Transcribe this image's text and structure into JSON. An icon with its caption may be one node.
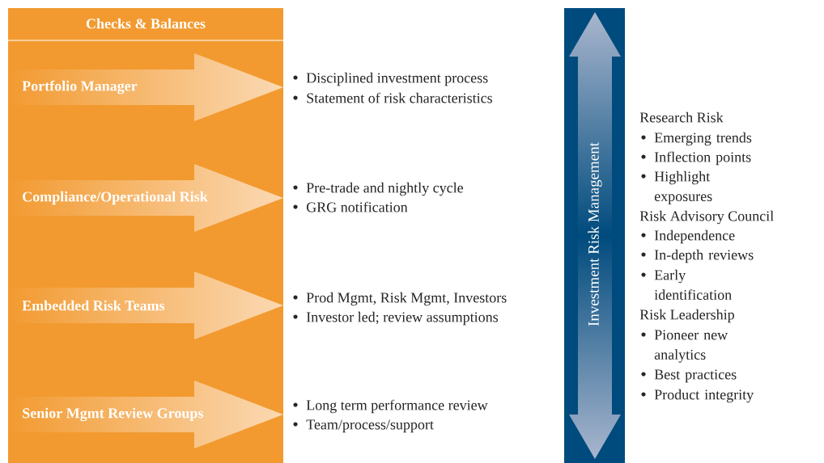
{
  "diagram": {
    "nodes": [
      {
        "text": [
          "Checks & Balances"
        ]
      },
      {
        "text": [
          "Portfolio Manager"
        ],
        "in": 0
      },
      {
        "text": [
          "Compliance/Operational Risk"
        ],
        "in": 0
      },
      {
        "text": [
          "Embedded Risk Teams"
        ],
        "in": 0
      },
      {
        "text": [
          "Senior Mgmt Review Groups"
        ],
        "in": 0
      },
      {
        "text": [
          "Investment Risk Management"
        ]
      }
    ],
    "labels": [
      "Disciplined investment process",
      "Statement of risk characteristics",
      "Pre-trade and nightly cycle",
      "GRG notification",
      "Prod Mgmt, Risk Mgmt, Investors",
      "Investor led; review assumptions",
      "Long term performance review",
      "Team/process/support",
      "Research Risk",
      "Emerging trends",
      "Inflection points",
      "Highlight exposures",
      "Risk Advisory Council",
      "Independence",
      "In-depth reviews",
      "Early identification",
      "Risk Leadership",
      "Pioneer new analytics",
      "Best practices",
      "Product integrity"
    ]
  }
}
